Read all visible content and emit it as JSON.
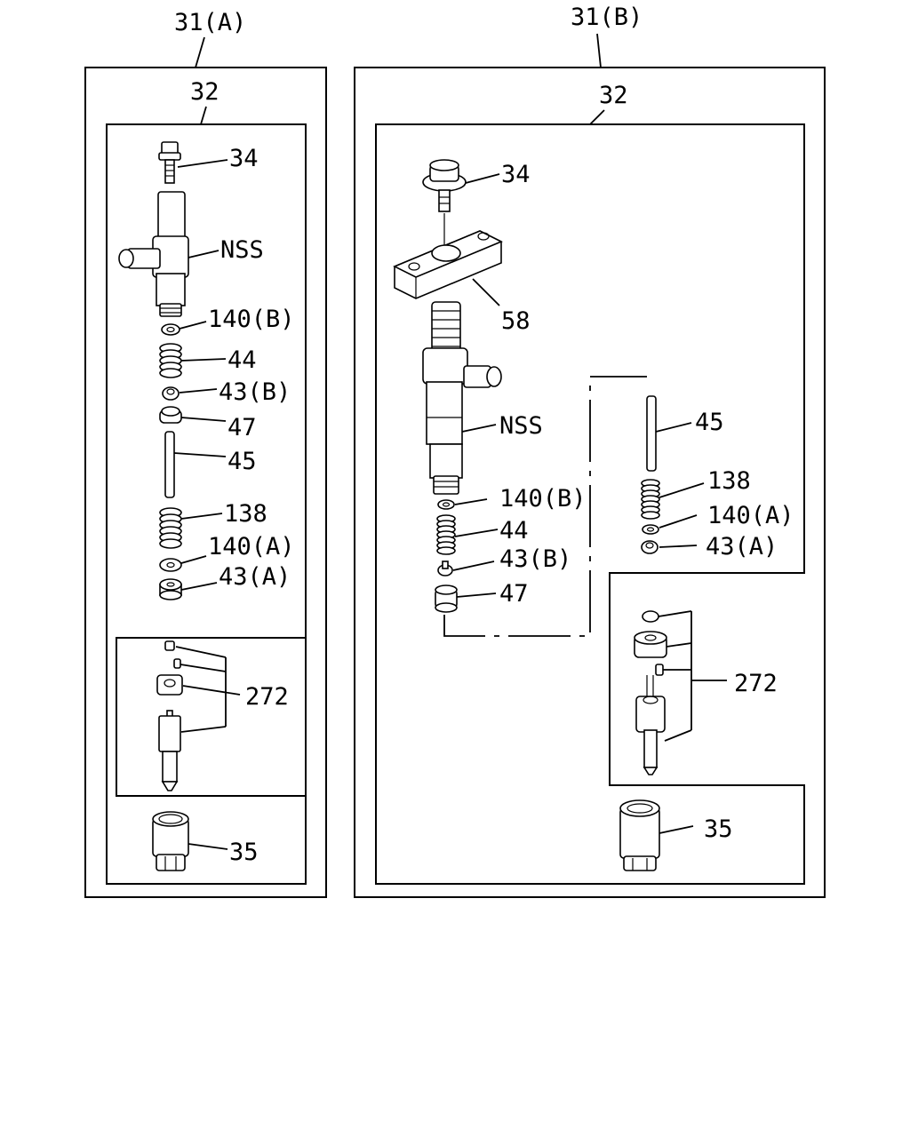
{
  "assemblies": {
    "a": {
      "title": "31(A)",
      "sub_title": "32",
      "labels": {
        "bolt": "34",
        "injector_holder": "NSS",
        "washer_upper": "140(B)",
        "spring_upper": "44",
        "seat_upper": "43(B)",
        "spacer": "47",
        "push_rod": "45",
        "spring_lower": "138",
        "washer_lower": "140(A)",
        "seat_lower": "43(A)",
        "nozzle_kit": "272",
        "retaining_nut": "35"
      }
    },
    "b": {
      "title": "31(B)",
      "sub_title": "32",
      "labels": {
        "bolt": "34",
        "clamp": "58",
        "injector_holder": "NSS",
        "washer_upper": "140(B)",
        "spring_upper": "44",
        "seat_upper": "43(B)",
        "spacer": "47",
        "push_rod": "45",
        "spring_lower": "138",
        "washer_lower": "140(A)",
        "seat_lower": "43(A)",
        "nozzle_kit": "272",
        "retaining_nut": "35"
      }
    }
  }
}
